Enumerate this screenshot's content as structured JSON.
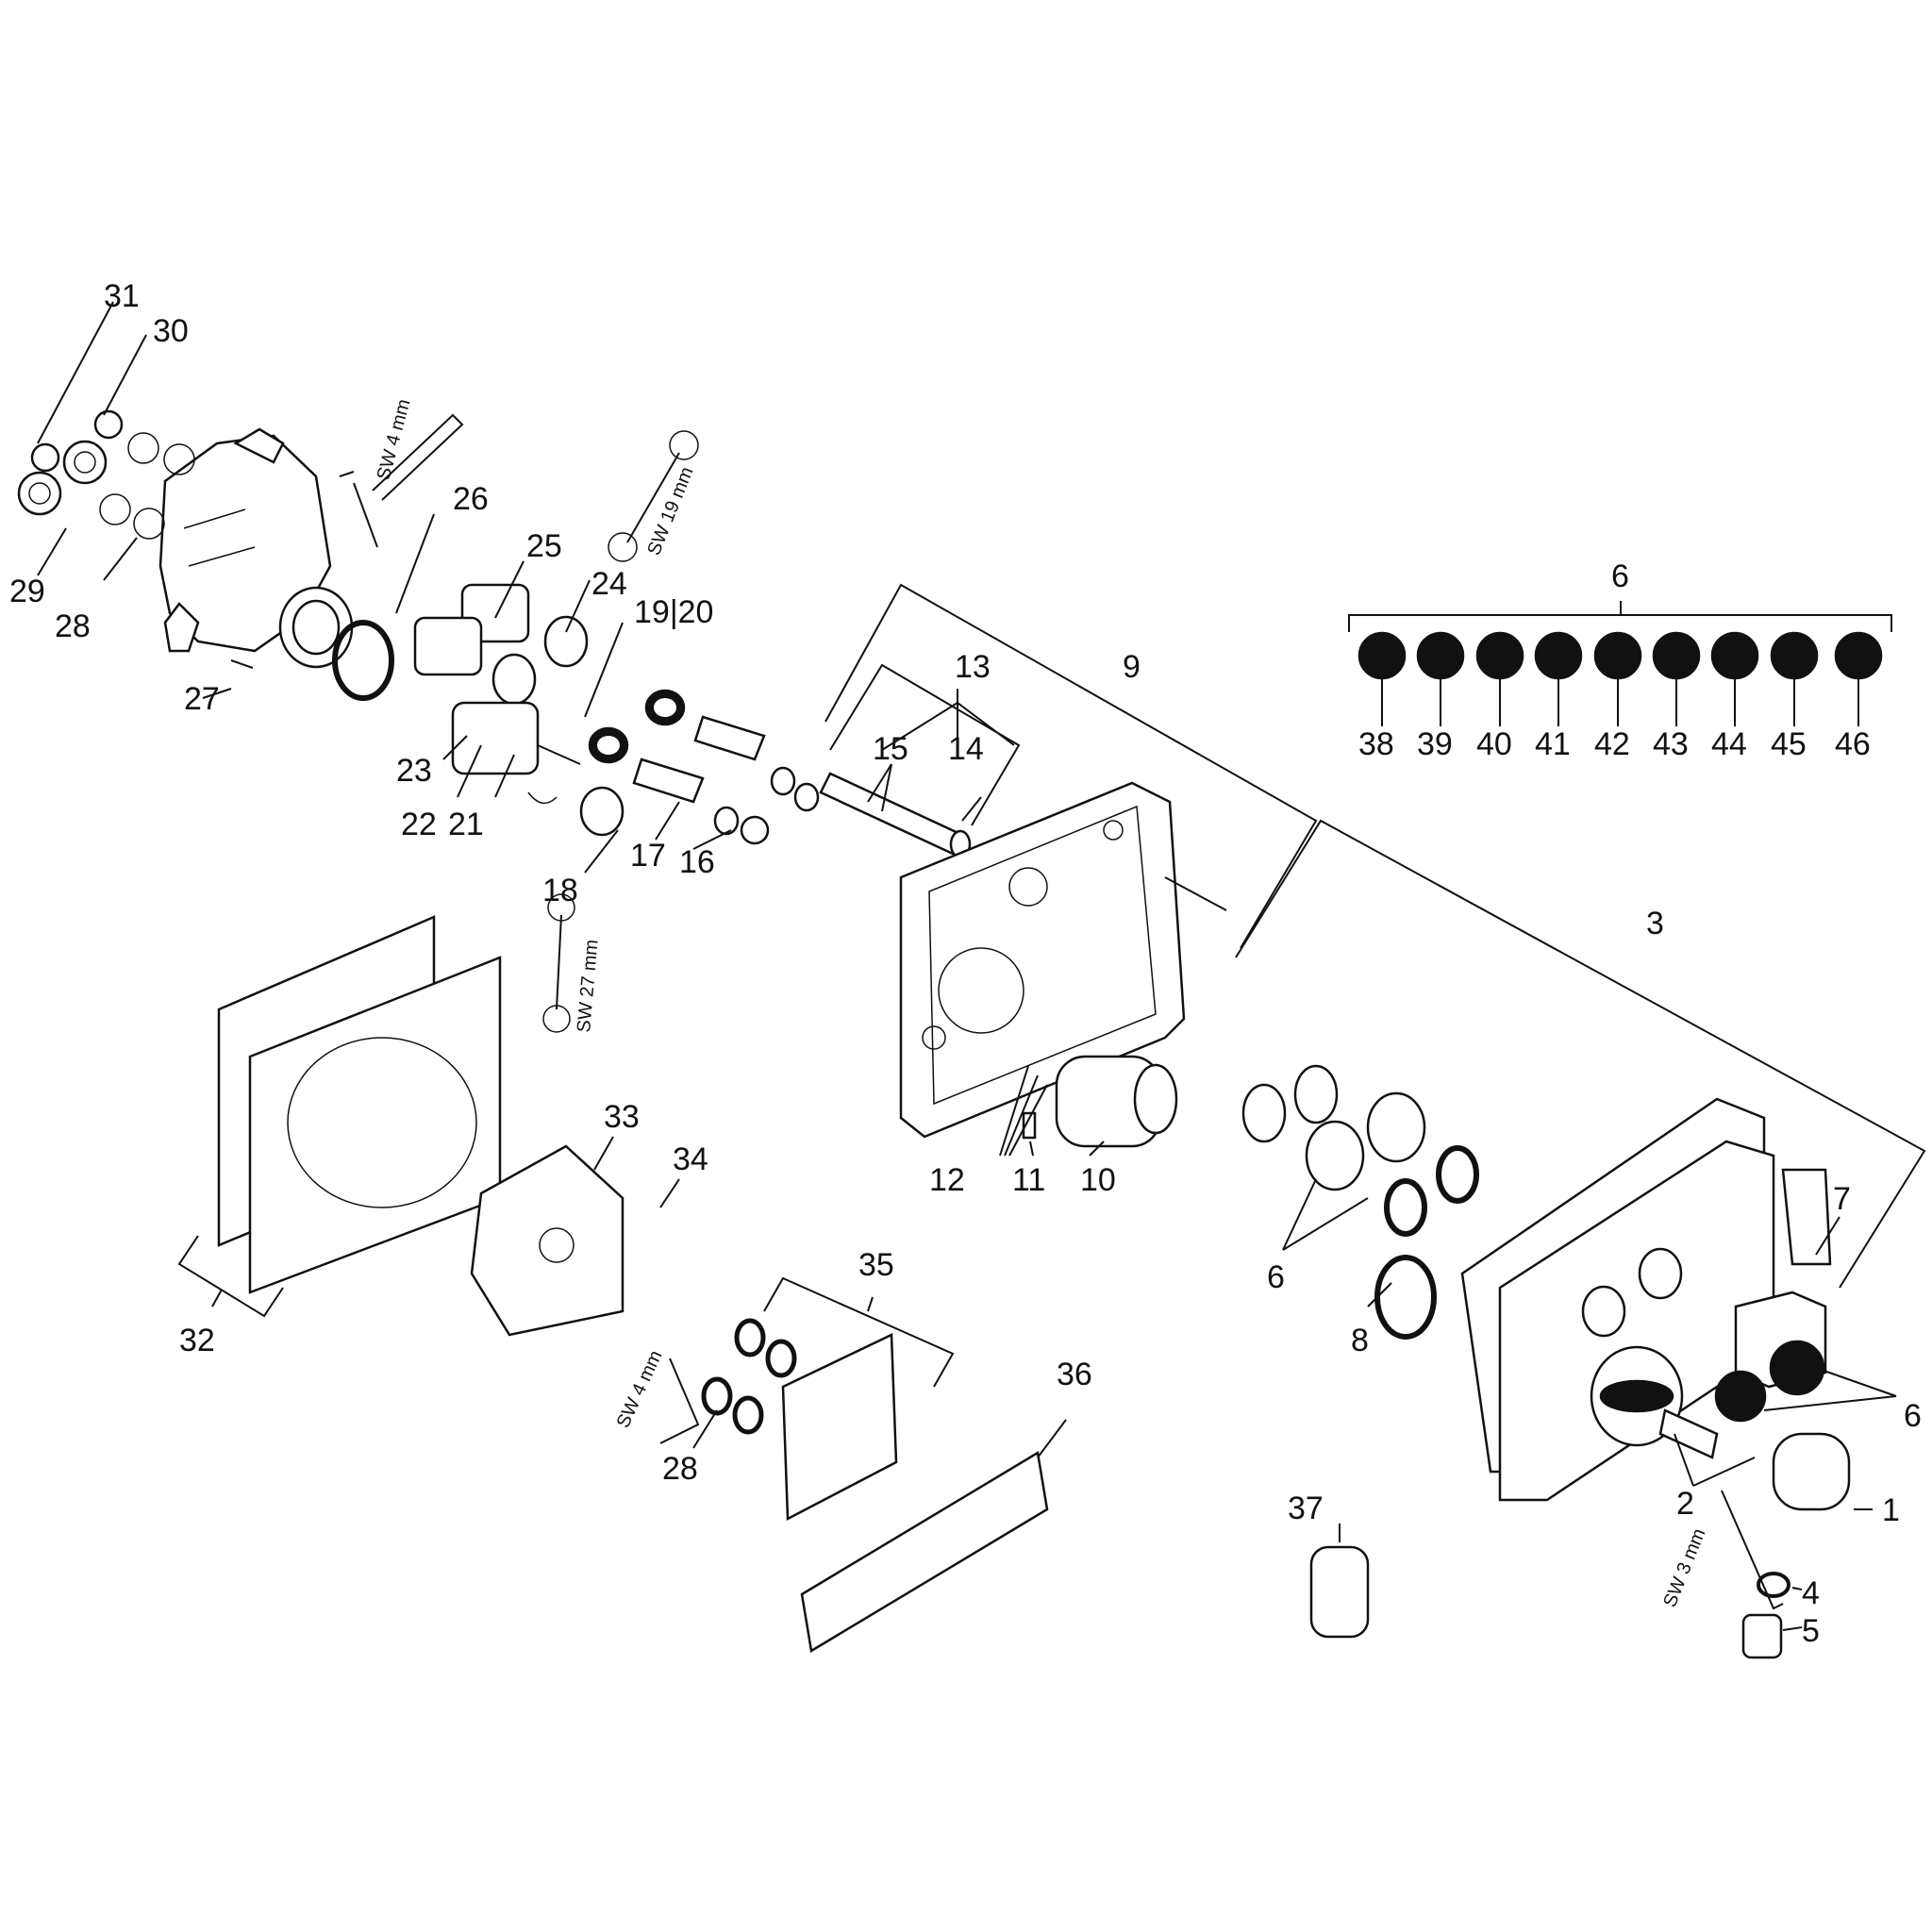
{
  "labels": {
    "p1": "1",
    "p2": "2",
    "p3": "3",
    "p4": "4",
    "p5": "5",
    "p6a": "6",
    "p6b": "6",
    "p6c": "6",
    "p7": "7",
    "p8": "8",
    "p9": "9",
    "p10": "10",
    "p11": "11",
    "p12": "12",
    "p13": "13",
    "p14": "14",
    "p15": "15",
    "p16": "16",
    "p17": "17",
    "p18": "18",
    "p19_20": "19|20",
    "p21": "21",
    "p22": "22",
    "p23": "23",
    "p24": "24",
    "p25": "25",
    "p26": "26",
    "p27": "27",
    "p28a": "28",
    "p28b": "28",
    "p29": "29",
    "p30": "30",
    "p31": "31",
    "p32": "32",
    "p33": "33",
    "p34": "34",
    "p35": "35",
    "p36": "36",
    "p37": "37",
    "p38": "38",
    "p39": "39",
    "p40": "40",
    "p41": "41",
    "p42": "42",
    "p43": "43",
    "p44": "44",
    "p45": "45",
    "p46": "46"
  },
  "tools": {
    "hex_key_4mm_top": "SW 4 mm",
    "wrench_19mm": "SW 19 mm",
    "wrench_27mm": "SW 27 mm",
    "hex_key_4mm_bottom": "SW 4 mm",
    "hex_key_3mm": "SW 3 mm"
  }
}
